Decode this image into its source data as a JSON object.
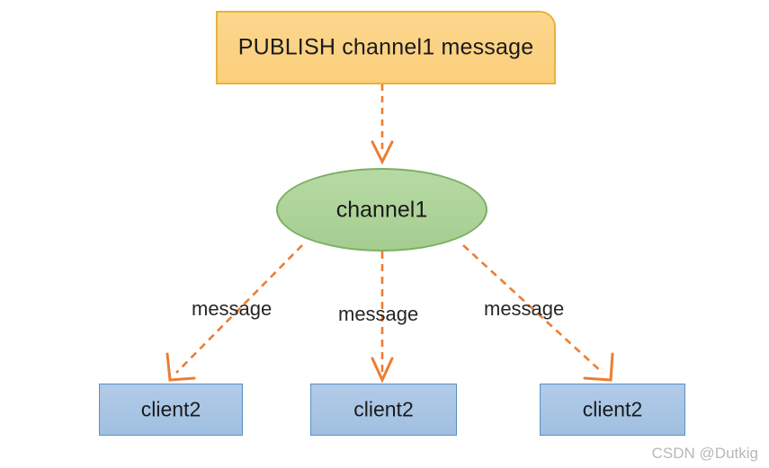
{
  "diagram": {
    "title": "Redis PUBLISH fan-out to subscribers",
    "background_color": "#ffffff",
    "nodes": {
      "publish": {
        "label": "PUBLISH channel1 message",
        "shape": "rounded-rectangle",
        "fill_color": "#FBD284",
        "border_color": "#E8B33B",
        "text_color": "#1A1A1A"
      },
      "channel": {
        "label": "channel1",
        "shape": "ellipse",
        "fill_color": "#AED49A",
        "border_color": "#7CB062",
        "text_color": "#1A1A1A"
      },
      "clients": [
        {
          "label": "client2",
          "shape": "rectangle",
          "fill_color": "#A8C5E4",
          "border_color": "#5B8FC4",
          "text_color": "#1A1A1A"
        },
        {
          "label": "client2",
          "shape": "rectangle",
          "fill_color": "#A8C5E4",
          "border_color": "#5B8FC4",
          "text_color": "#1A1A1A"
        },
        {
          "label": "client2",
          "shape": "rectangle",
          "fill_color": "#A8C5E4",
          "border_color": "#5B8FC4",
          "text_color": "#1A1A1A"
        }
      ]
    },
    "edges": [
      {
        "from": "publish",
        "to": "channel",
        "label": "",
        "style": "dashed",
        "color": "#ED7D31",
        "arrowhead": "open-chevron"
      },
      {
        "from": "channel",
        "to": "client-1",
        "label": "message",
        "style": "dashed",
        "color": "#ED7D31",
        "arrowhead": "open-chevron"
      },
      {
        "from": "channel",
        "to": "client-2",
        "label": "message",
        "style": "dashed",
        "color": "#ED7D31",
        "arrowhead": "open-chevron"
      },
      {
        "from": "channel",
        "to": "client-3",
        "label": "message",
        "style": "dashed",
        "color": "#ED7D31",
        "arrowhead": "open-chevron"
      }
    ]
  },
  "watermark": {
    "text": "CSDN @Dutkig",
    "color": "#B8B8B8"
  }
}
